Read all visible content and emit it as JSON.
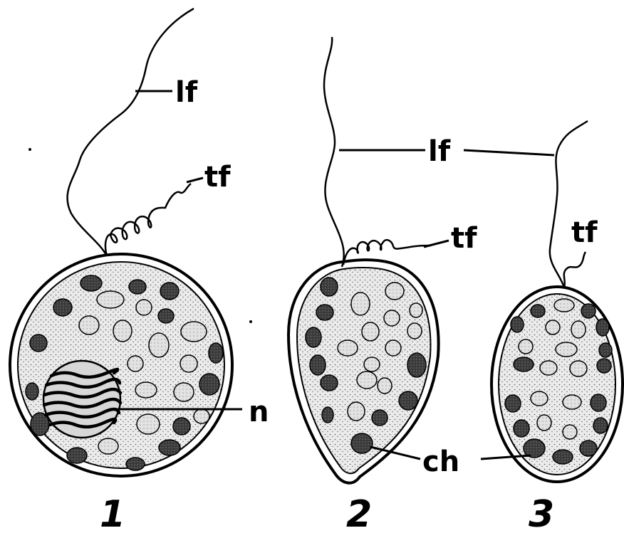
{
  "labels": {
    "lf": "lf",
    "tf": "tf",
    "n": "n",
    "ch": "ch"
  },
  "figure_numbers": {
    "one": "1",
    "two": "2",
    "three": "3"
  },
  "colors": {
    "ink": "#000000",
    "cell_fill": "#ececec",
    "chloroplast_light": "#d4d4d4",
    "chloroplast_dark": "#4a4a4a"
  }
}
